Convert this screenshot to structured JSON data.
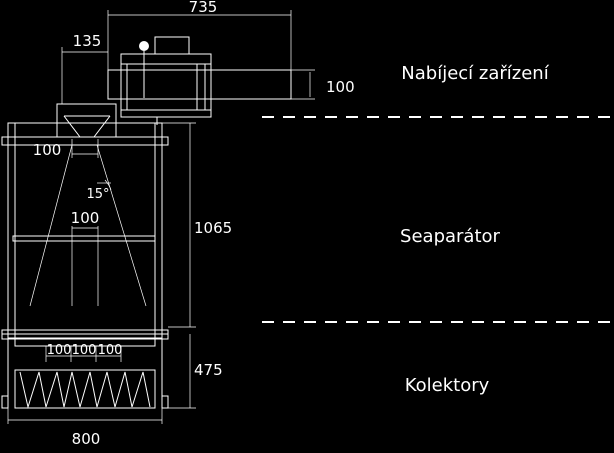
{
  "sections": {
    "top": "Nabíjecí zařízení",
    "middle": "Seaparátor",
    "bottom": "Kolektory"
  },
  "dimensions": {
    "width_735": "735",
    "width_135": "135",
    "height_100_right": "100",
    "inlet_100": "100",
    "angle_15": "15°",
    "inner_100": "100",
    "height_1065": "1065",
    "height_475": "475",
    "collector_a": "100",
    "collector_b": "100",
    "collector_c": "100",
    "base_800": "800"
  }
}
